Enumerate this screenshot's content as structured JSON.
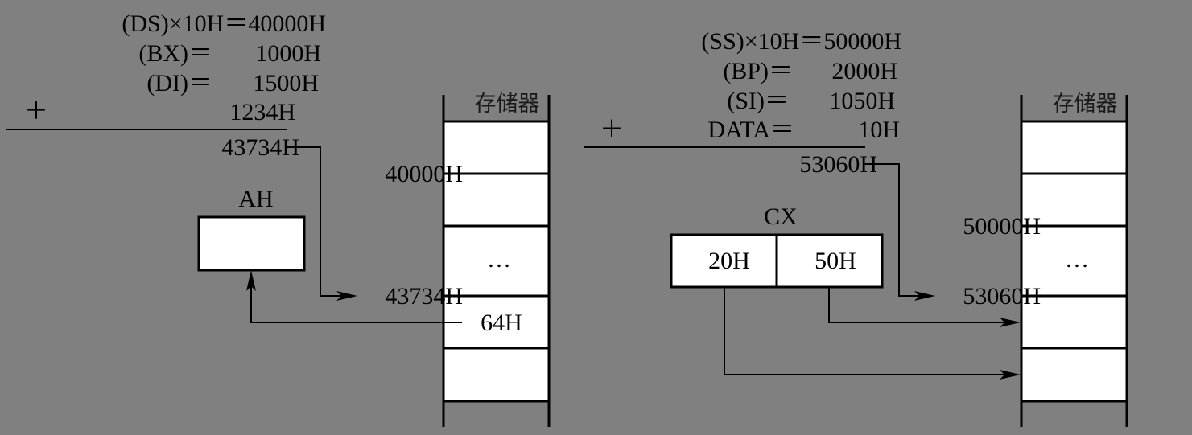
{
  "background_color": "#808080",
  "left_panel": {
    "calculation": {
      "lines": [
        {
          "label": "(DS)×10H＝",
          "value": "40000H"
        },
        {
          "label": "(BX)＝",
          "value": "1000H"
        },
        {
          "label": "(DI)＝",
          "value": "1500H"
        },
        {
          "label": "",
          "value": "1234H"
        }
      ],
      "plus_sign": "＋",
      "result": "43734H"
    },
    "register": {
      "name": "AH",
      "value": ""
    },
    "memory": {
      "title": "存储器",
      "address_labels": [
        "40000H",
        "43734H"
      ],
      "ellipsis": "…",
      "cell_value": "64H"
    }
  },
  "right_panel": {
    "calculation": {
      "lines": [
        {
          "label": "(SS)×10H＝",
          "value": "50000H"
        },
        {
          "label": "(BP)＝",
          "value": "2000H"
        },
        {
          "label": "(SI)＝",
          "value": "1050H"
        },
        {
          "label": "DATA＝",
          "value": "10H"
        }
      ],
      "plus_sign": "＋",
      "result": "53060H"
    },
    "register": {
      "name": "CX",
      "high": "20H",
      "low": "50H"
    },
    "memory": {
      "title": "存储器",
      "address_labels": [
        "50000H",
        "53060H"
      ],
      "ellipsis": "…"
    }
  }
}
